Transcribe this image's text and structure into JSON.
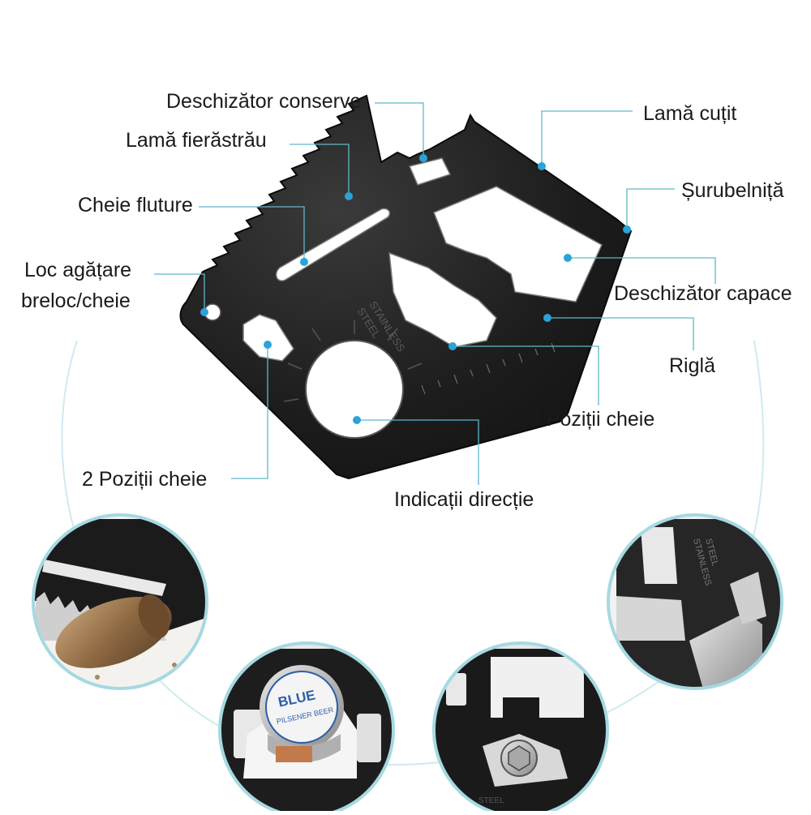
{
  "labels": {
    "can_opener": "Deschizător conserve",
    "saw_blade": "Lamă fierăstrău",
    "butterfly_wrench": "Cheie fluture",
    "keyring_hole_line1": "Loc agățare",
    "keyring_hole_line2": "breloc/cheie",
    "knife_blade": "Lamă cuțit",
    "screwdriver": "Șurubelniță",
    "bottle_opener": "Deschizător capace",
    "ruler": "Riglă",
    "wrench_4_positions": "4 Poziții cheie",
    "wrench_2_positions": "2 Poziții cheie",
    "direction_indicator": "Indicații direcție"
  },
  "card_stamp": {
    "line1": "STAINLESS",
    "line2": "STEEL"
  },
  "bottle_cap_text": {
    "line1": "BLUE",
    "line2": "PILSENER BEER"
  },
  "colors": {
    "callout_line": "#5fb8c9",
    "callout_dot": "#2aa3d9",
    "card_fill": "#1b1b1b",
    "circle_ring": "#a6d9e2"
  }
}
